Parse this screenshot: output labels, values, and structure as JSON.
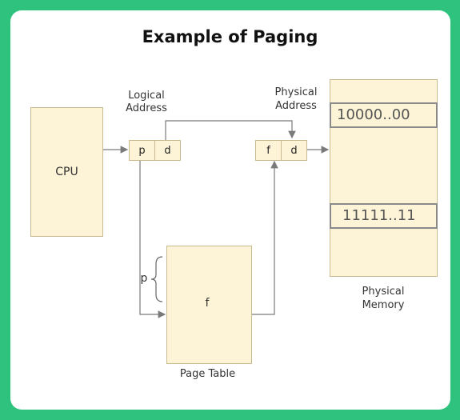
{
  "title": "Example of Paging",
  "cpu": {
    "label": "CPU"
  },
  "logical_address": {
    "label_line1": "Logical",
    "label_line2": "Address",
    "page_cell": "p",
    "offset_cell": "d"
  },
  "physical_address": {
    "label_line1": "Physical",
    "label_line2": "Address",
    "frame_cell": "f",
    "offset_cell": "d"
  },
  "page_table": {
    "label": "Page Table",
    "index_label": "p",
    "entry_label": "f"
  },
  "physical_memory": {
    "label_line1": "Physical",
    "label_line2": "Memory",
    "first_address": "10000..00",
    "last_address": "11111..11"
  },
  "colors": {
    "background": "#2fc27f",
    "box_fill": "#fdf3d6",
    "box_border": "#c8b98f",
    "arrow": "#7a7a7a"
  }
}
